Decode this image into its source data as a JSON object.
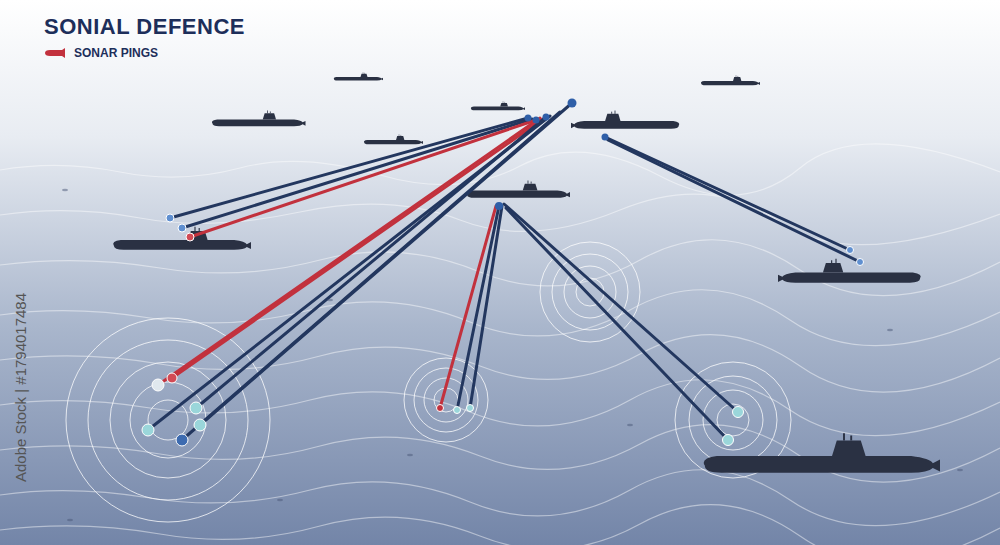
{
  "diagram": {
    "title": "SONIAL DEFENCE",
    "labels": [
      "Adobe Stock | #1794017484"
    ],
    "legend": [
      {
        "text": "SONAR PINGS"
      }
    ]
  }
}
